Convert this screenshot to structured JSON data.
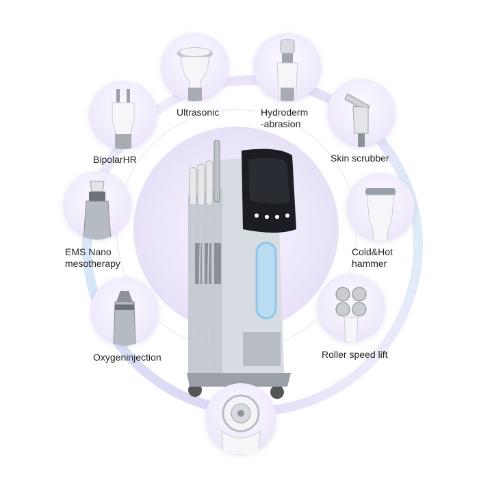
{
  "labels": {
    "ultrasonic": "Ultrasonic",
    "hydroderm_line1": "Hydroderm",
    "hydroderm_line2": "-abrasion",
    "skin_scrubber": "Skin scrubber",
    "bipolar": "BipolarHR",
    "ems_line1": "EMS Nano",
    "ems_line2": "mesotherapy",
    "cold_hot_line1": "Cold&Hot",
    "cold_hot_line2": "hammer",
    "oxygen": "Oxygeninjection",
    "roller": "Roller speed lift"
  },
  "colors": {
    "accent_lavender": "#ece6fa",
    "accent_blue": "#cfe3f7",
    "machine_body": "#d4d9e1",
    "screen": "#1c1d22"
  },
  "icons": [
    "ultrasonic-handle-icon",
    "hydroderm-tip-icon",
    "skin-scrubber-icon",
    "bipolar-rf-icon",
    "ems-nano-icon",
    "cold-hot-hammer-icon",
    "oxygen-injection-icon",
    "roller-lift-icon",
    "suction-handle-icon"
  ]
}
